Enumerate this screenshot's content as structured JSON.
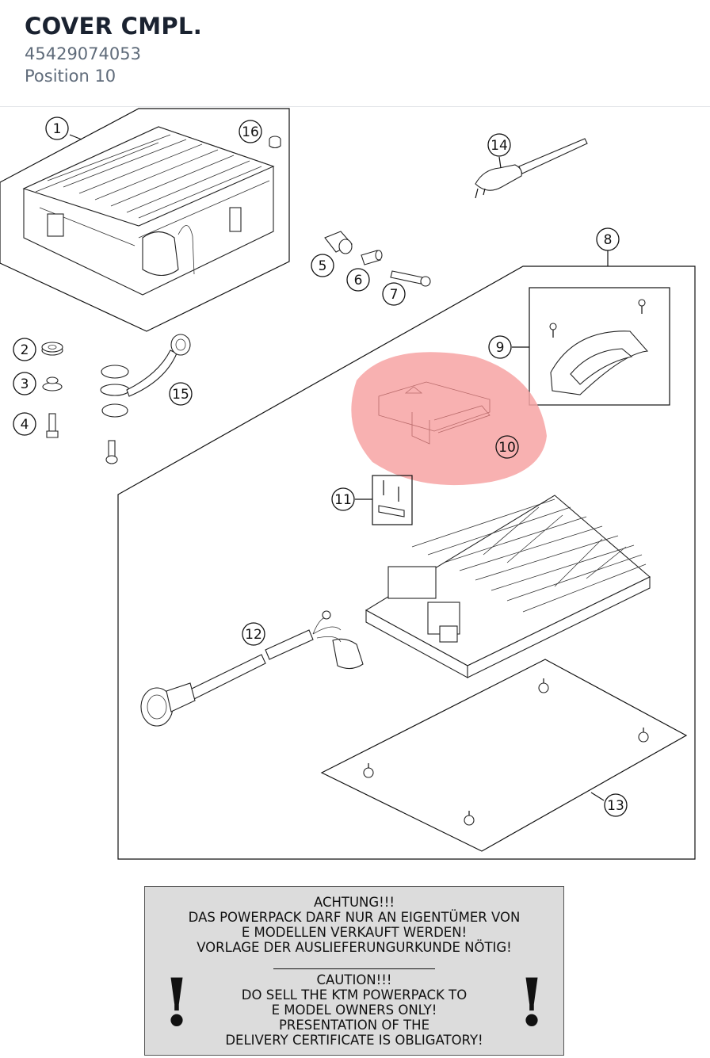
{
  "header": {
    "title": "COVER CMPL.",
    "part_number": "45429074053",
    "position": "Position 10"
  },
  "diagram": {
    "highlight_color": "#f7a3a3",
    "callouts": [
      "1",
      "2",
      "3",
      "4",
      "5",
      "6",
      "7",
      "8",
      "9",
      "10",
      "11",
      "12",
      "13",
      "14",
      "15",
      "16"
    ],
    "highlighted_callout": "10"
  },
  "warning": {
    "german": [
      "ACHTUNG!!!",
      "DAS POWERPACK DARF NUR AN EIGENTÜMER VON",
      "E MODELLEN VERKAUFT WERDEN!",
      "VORLAGE DER AUSLIEFERUNGURKUNDE NÖTIG!"
    ],
    "english": [
      "CAUTION!!!",
      "DO SELL THE KTM POWERPACK TO",
      "E MODEL OWNERS ONLY!",
      "PRESENTATION OF THE",
      "DELIVERY CERTIFICATE IS OBLIGATORY!"
    ],
    "exclaim_left": "!",
    "exclaim_right": "!"
  }
}
